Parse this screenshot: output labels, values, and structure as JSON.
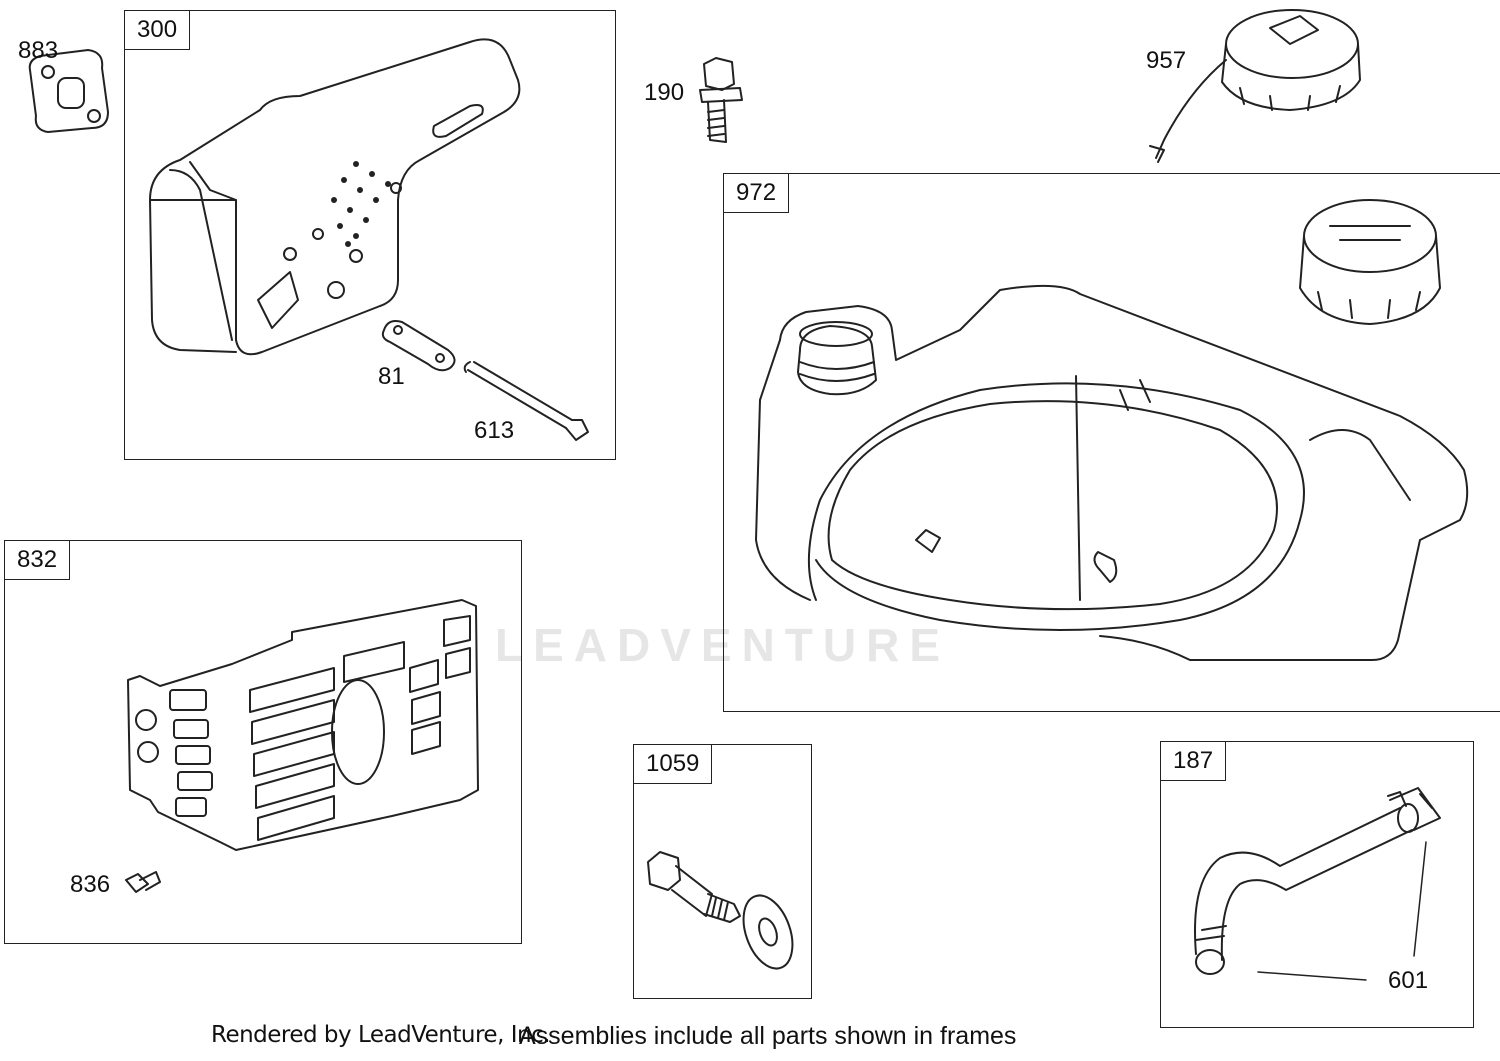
{
  "frames": {
    "f300": "300",
    "f832": "832",
    "f972": "972",
    "f1059": "1059",
    "f187": "187"
  },
  "callouts": {
    "c883": "883",
    "c81": "81",
    "c613": "613",
    "c190": "190",
    "c957": "957",
    "c836": "836",
    "c601": "601"
  },
  "watermark": "LEADVENTURE",
  "footer": {
    "rendered_by": "Rendered by LeadVenture, Inc.",
    "note": "Assemblies include all parts shown in frames"
  },
  "parts": {
    "muffler_icon": "muffler-icon",
    "gasket_icon": "gasket-icon",
    "tank_icon": "fuel-tank-icon",
    "cap_icon": "fuel-cap-icon",
    "guard_icon": "heat-shield-icon",
    "hose_icon": "fuel-hose-icon",
    "bolt_icon": "bolt-icon"
  }
}
